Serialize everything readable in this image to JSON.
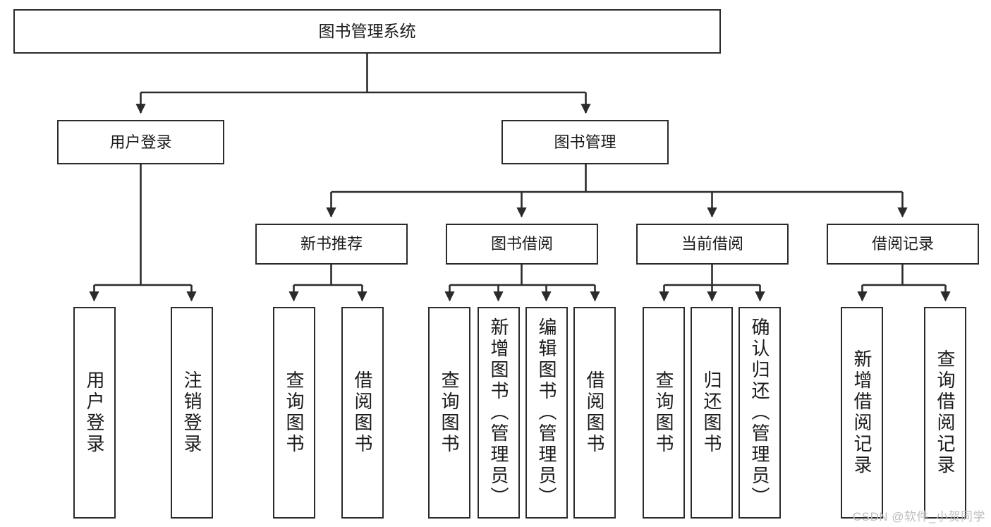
{
  "diagram": {
    "title": "图书管理系统",
    "type": "tree-hierarchy-chart",
    "orientation": "top-down",
    "colors": {
      "box_border": "#2b2b2b",
      "box_fill": "#ffffff",
      "edge": "#2b2b2b",
      "text": "#1a1a1a",
      "watermark": "#bdbdbd",
      "background": "#ffffff"
    },
    "root": {
      "label": "图书管理系统"
    },
    "level2": [
      {
        "label": "用户登录"
      },
      {
        "label": "图书管理"
      }
    ],
    "level3": [
      {
        "label": "新书推荐"
      },
      {
        "label": "图书借阅"
      },
      {
        "label": "当前借阅"
      },
      {
        "label": "借阅记录"
      }
    ],
    "leaves": {
      "user_login": [
        {
          "label": "用户登录"
        },
        {
          "label": "注销登录"
        }
      ],
      "new_book_recommend": [
        {
          "label": "查询图书"
        },
        {
          "label": "借阅图书"
        }
      ],
      "book_borrow": [
        {
          "label": "查询图书"
        },
        {
          "label": "新增图书（管理员）"
        },
        {
          "label": "编辑图书（管理员）"
        },
        {
          "label": "借阅图书"
        }
      ],
      "current_borrow": [
        {
          "label": "查询图书"
        },
        {
          "label": "归还图书"
        },
        {
          "label": "确认归还（管理员）"
        }
      ],
      "borrow_records": [
        {
          "label": "新增借阅记录"
        },
        {
          "label": "查询借阅记录"
        }
      ]
    }
  },
  "watermark": {
    "text": "CSDN @软件_小贺同学"
  }
}
